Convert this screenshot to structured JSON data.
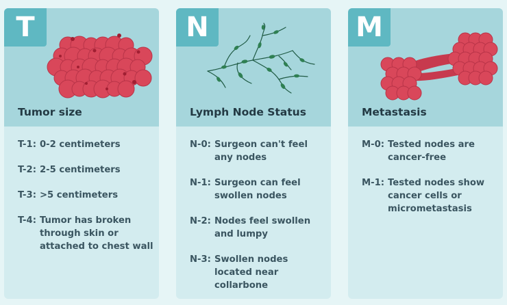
{
  "cards": [
    {
      "letter": "T",
      "title": "Tumor size",
      "items": [
        {
          "code": "T-1:",
          "text": "0-2 centimeters"
        },
        {
          "code": "T-2:",
          "text": "2-5 centimeters"
        },
        {
          "code": "T-3:",
          "text": ">5 centimeters"
        },
        {
          "code": "T-4:",
          "text": "Tumor has broken through skin or attached to chest wall"
        }
      ]
    },
    {
      "letter": "N",
      "title": "Lymph Node Status",
      "items": [
        {
          "code": "N-0:",
          "text": "Surgeon can't feel any nodes"
        },
        {
          "code": "N-1:",
          "text": "Surgeon can feel swollen nodes"
        },
        {
          "code": "N-2:",
          "text": "Nodes feel swollen and lumpy"
        },
        {
          "code": "N-3:",
          "text": "Swollen nodes located near collarbone"
        }
      ]
    },
    {
      "letter": "M",
      "title": "Metastasis",
      "items": [
        {
          "code": "M-0:",
          "text": "Tested nodes are cancer-free"
        },
        {
          "code": "M-1:",
          "text": "Tested nodes show cancer cells or micrometastasis"
        }
      ]
    }
  ],
  "colors": {
    "page_background": "#e6f5f6",
    "card_top": "#a6d6dc",
    "card_bottom": "#d3ecef",
    "letter_badge": "#5fb8c2",
    "tumor": "#d9475a",
    "node_green": "#2f7f52"
  },
  "illustrations": [
    "tumor-cluster",
    "lymph-node-network",
    "metastasis-clusters"
  ]
}
